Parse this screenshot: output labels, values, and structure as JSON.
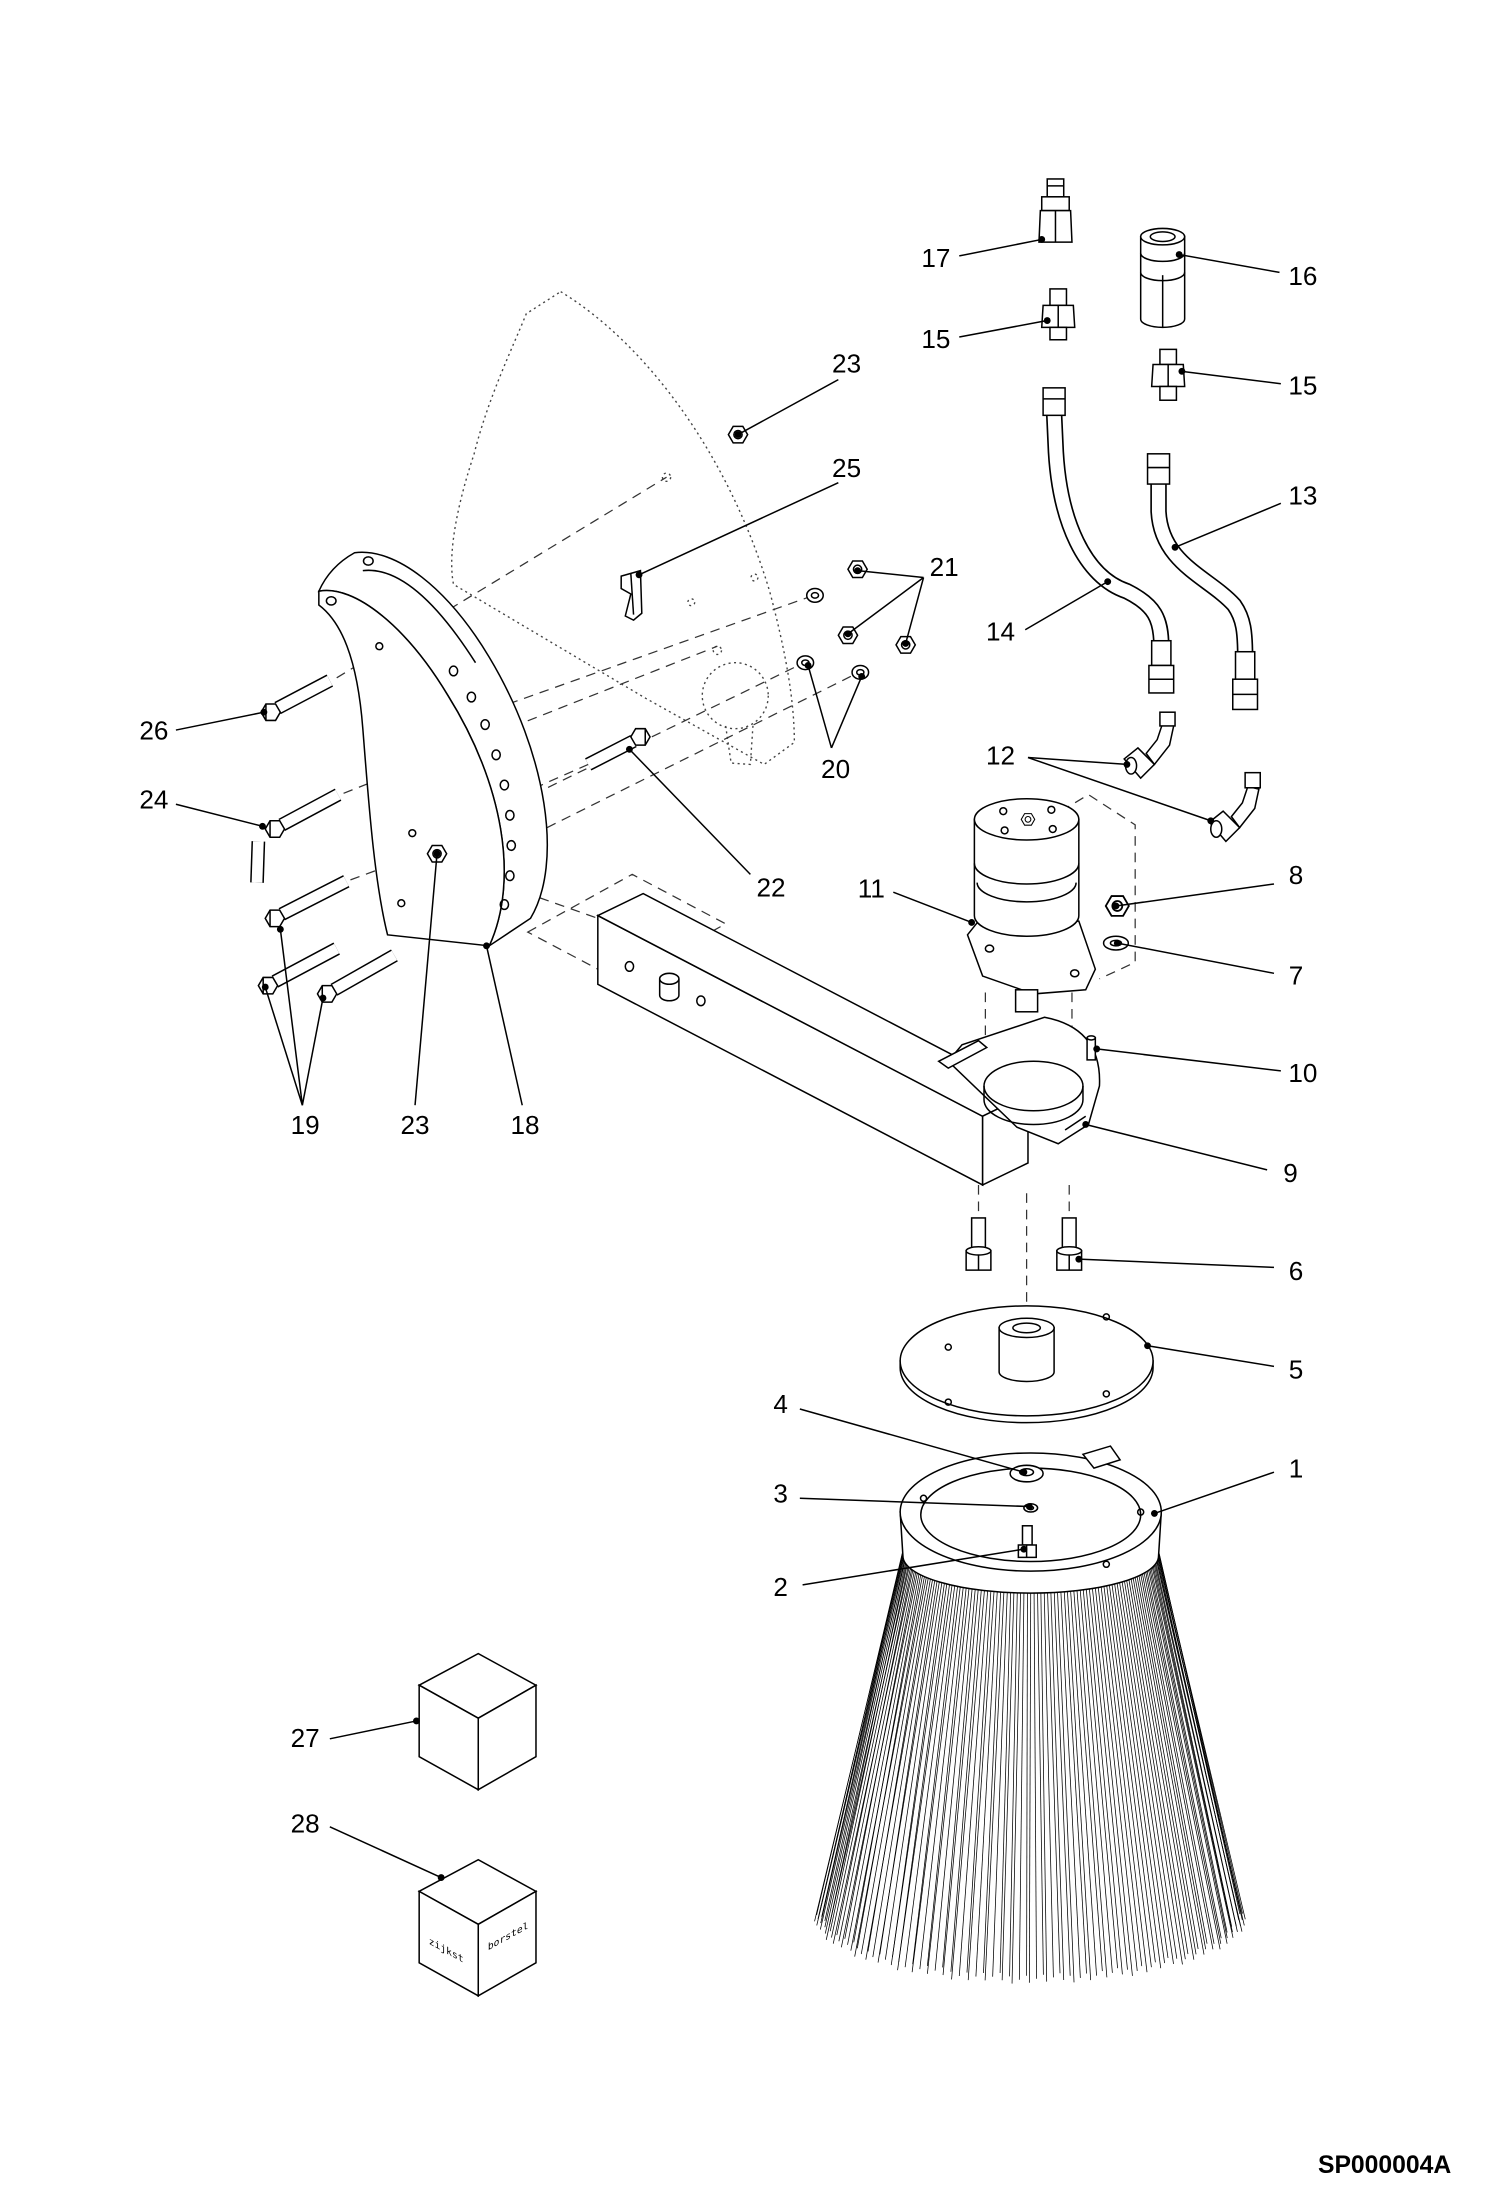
{
  "callouts": {
    "c1": "1",
    "c2": "2",
    "c3": "3",
    "c4": "4",
    "c5": "5",
    "c6": "6",
    "c7": "7",
    "c8": "8",
    "c9": "9",
    "c10": "10",
    "c11": "11",
    "c12": "12",
    "c13": "13",
    "c14": "14",
    "c15a": "15",
    "c15b": "15",
    "c16": "16",
    "c17": "17",
    "c18": "18",
    "c19": "19",
    "c20": "20",
    "c21": "21",
    "c22": "22",
    "c23a": "23",
    "c23b": "23",
    "c24": "24",
    "c25": "25",
    "c26": "26",
    "c27": "27",
    "c28": "28"
  },
  "drawing_code": "SP000004A",
  "cube_28_labels": {
    "left": "zijkst",
    "right": "borstel"
  },
  "colors": {
    "line": "#000000",
    "background": "#ffffff"
  }
}
